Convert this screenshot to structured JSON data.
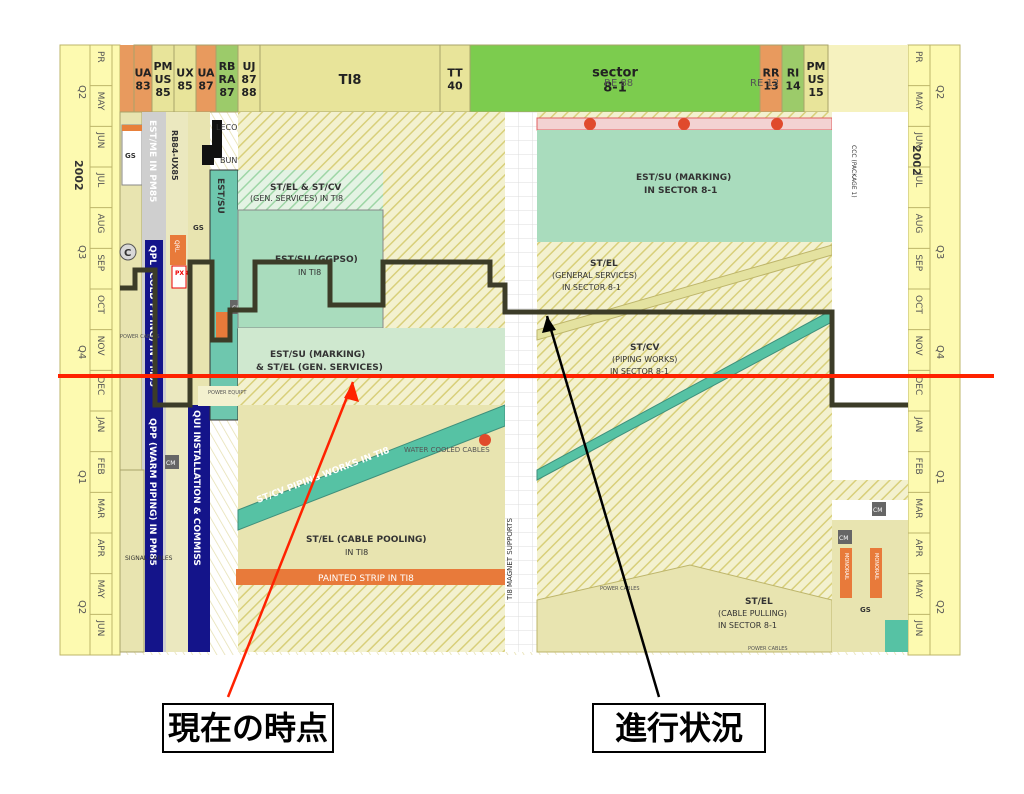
{
  "timeline": {
    "year_left": "2002",
    "year_right": "2002",
    "months": [
      "PR",
      "MAY",
      "JUN",
      "JUL",
      "AUG",
      "SEP",
      "OCT",
      "NOV",
      "DEC",
      "JAN",
      "FEB",
      "MAR",
      "APR",
      "MAY",
      "JUN"
    ],
    "quarters": [
      "Q2",
      "Q3",
      "Q4",
      "Q1",
      "Q2"
    ]
  },
  "header": {
    "blocks": [
      {
        "lines": [
          "UA",
          "83"
        ],
        "color": "#e89a5e"
      },
      {
        "lines": [
          "PM",
          "US",
          "85"
        ],
        "color": "#e8e49a"
      },
      {
        "lines": [
          "UX",
          "85"
        ],
        "color": "#e8e49a"
      },
      {
        "lines": [
          "UA",
          "87"
        ],
        "color": "#e89a5e"
      },
      {
        "lines": [
          "RB",
          "RA",
          "87"
        ],
        "color": "#9ccb6a"
      },
      {
        "lines": [
          "UJ",
          "87",
          "88"
        ],
        "color": "#e8e49a"
      },
      {
        "lines": [
          "TI8"
        ],
        "color": "#e8e49a"
      },
      {
        "lines": [
          "TT",
          "40"
        ],
        "color": "#e8e49a"
      },
      {
        "lines": [
          "sector",
          "8-1"
        ],
        "color": "#7ccc4e"
      },
      {
        "lines": [
          "RR",
          "13"
        ],
        "color": "#e89a5e"
      },
      {
        "lines": [
          "RI",
          "14"
        ],
        "color": "#9ccb6a"
      },
      {
        "lines": [
          "PM",
          "US",
          "15"
        ],
        "color": "#e8e49a"
      }
    ],
    "sub_labels": [
      "RE 88",
      "RE 12"
    ]
  },
  "tasks": {
    "est_me": "EST/ME IN PM85",
    "rb84": "RB84-UX85",
    "gs": "GS",
    "c_badge": "C",
    "qpl": "QPL (COLD PIPING) IN PM85",
    "qrl": "QRL",
    "px84": "PX 84",
    "est_su_small": "EST/SU",
    "lecourreaux": "LECOURREAUX",
    "bunkers": "BUNKERS",
    "st_el_cv_line1": "ST/EL & ST/CV",
    "st_el_cv_line2": "(GEN. SERVICES) IN TI8",
    "est_su_ggpso_line1": "EST/SU (GGPSO)",
    "est_su_ggpso_line2": "IN TI8",
    "cm": "CM",
    "power_cables": "POWER CABLES",
    "power_equipt": "POWER EQUIPT",
    "est_su_marking_line1": "EST/SU (MARKING)",
    "est_su_marking_line2": "& ST/EL (GEN. SERVICES)",
    "qpp": "QPP (WARM PIPING) IN PM85",
    "qui": "QUI INSTALLATION & COMMISS",
    "water_cooled": "WATER COOLED CABLES",
    "st_cv_piping_ti8": "ST/CV PIPING WORKS IN TI8",
    "signal_cables": "SIGNAL CABLES",
    "st_el_pooling_line1": "ST/EL (CABLE POOLING)",
    "st_el_pooling_line2": "IN TI8",
    "painted_strip": "PAINTED STRIP IN TI8",
    "magnet_supports": "TI8 MAGNET SUPPORTS",
    "sector_marking_line1": "EST/SU (MARKING)",
    "sector_marking_line2": "IN SECTOR 8-1",
    "sector_gen_line1": "ST/EL",
    "sector_gen_line2": "(GENERAL SERVICES)",
    "sector_gen_line3": "IN SECTOR 8-1",
    "sector_piping_line1": "ST/CV",
    "sector_piping_line2": "(PIPING WORKS)",
    "sector_piping_line3": "IN SECTOR 8-1",
    "sector_pulling_line1": "ST/EL",
    "sector_pulling_line2": "(CABLE PULLING)",
    "sector_pulling_line3": "IN SECTOR 8-1",
    "ccc": "CCC (PACKAGE 1)",
    "monorail": "MONORAIL"
  },
  "annotations": {
    "current_time": "現在の時点",
    "progress": "進行状況",
    "current_line_color": "#ff2200",
    "progress_arrow_color": "#000000"
  }
}
